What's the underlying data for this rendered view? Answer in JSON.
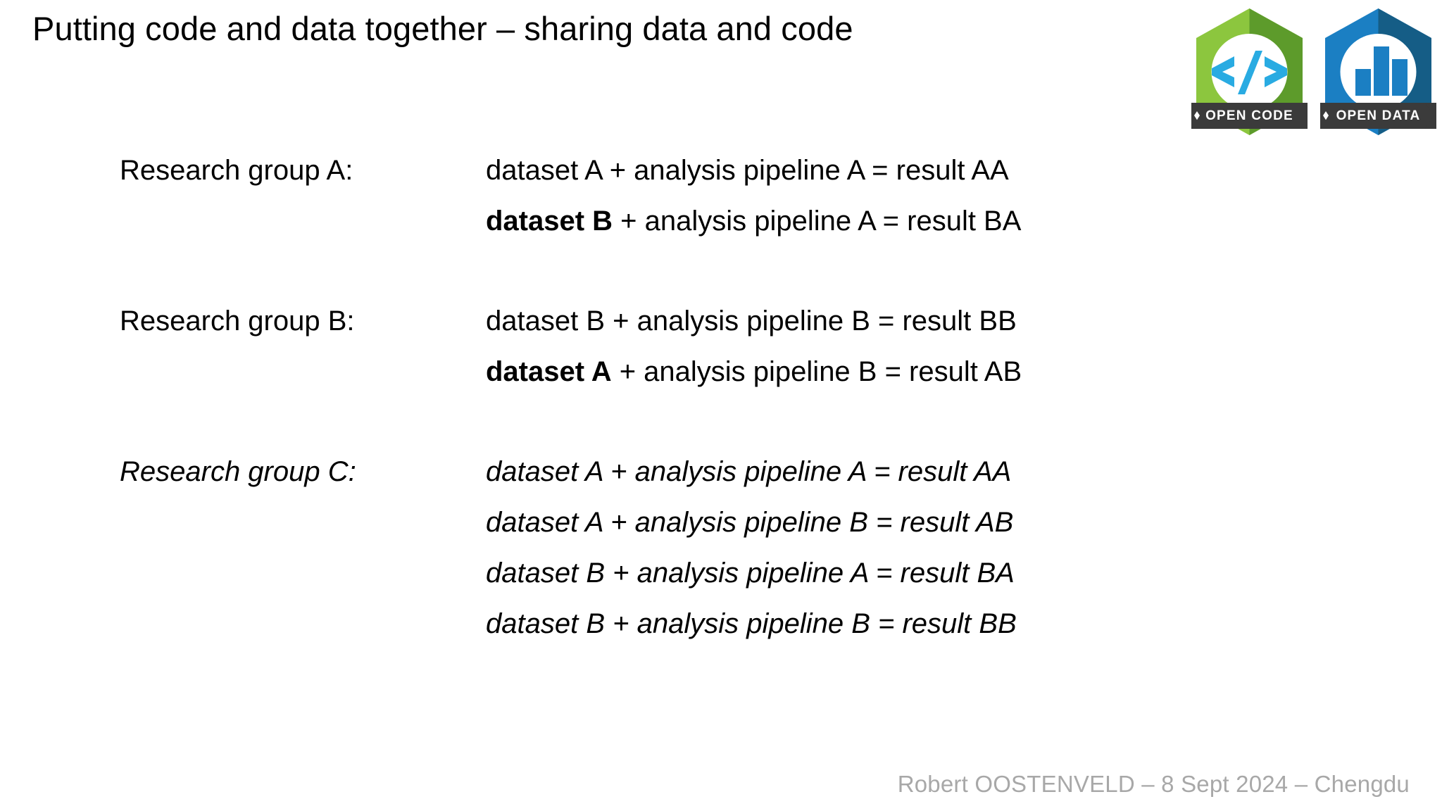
{
  "slide": {
    "title": "Putting code and data together – sharing data and code",
    "footer": "Robert OOSTENVELD – 8 Sept 2024 – Chengdu",
    "background_color": "#ffffff",
    "text_color": "#000000",
    "footer_color": "#a8a8a8"
  },
  "badges": [
    {
      "name": "open-code",
      "ribbon_label": "OPEN CODE",
      "glyph": "</>",
      "hex_light": "#8CC63E",
      "hex_dark": "#5D9B2B",
      "glyph_color": "#29ABE2",
      "ribbon_color": "#3B3B3B"
    },
    {
      "name": "open-data",
      "ribbon_label": "OPEN  DATA",
      "glyph": "bar-chart",
      "hex_light": "#1B7FC3",
      "hex_dark": "#155D86",
      "glyph_color": "#1B7FC3",
      "ribbon_color": "#3B3B3B",
      "bars": [
        {
          "height": 38,
          "width": 22
        },
        {
          "height": 78,
          "width": 22
        },
        {
          "height": 58,
          "width": 22
        }
      ]
    }
  ],
  "groups": [
    {
      "label": "Research group A:",
      "style": "normal",
      "lines": [
        {
          "bold_prefix": "",
          "text": "dataset A + analysis pipeline A = result AA"
        },
        {
          "bold_prefix": "dataset B",
          "text": " + analysis pipeline A = result BA"
        }
      ]
    },
    {
      "label": "Research group B:",
      "style": "normal",
      "lines": [
        {
          "bold_prefix": "",
          "text": "dataset B + analysis pipeline B = result BB"
        },
        {
          "bold_prefix": "dataset A",
          "text": " + analysis pipeline B = result AB"
        }
      ]
    },
    {
      "label": "Research group C:",
      "style": "italic",
      "lines": [
        {
          "bold_prefix": "",
          "text": "dataset A + analysis pipeline A = result AA"
        },
        {
          "bold_prefix": "",
          "text": "dataset A + analysis pipeline B = result AB"
        },
        {
          "bold_prefix": "",
          "text": "dataset B + analysis pipeline A = result BA"
        },
        {
          "bold_prefix": "",
          "text": "dataset B + analysis pipeline B = result BB"
        }
      ]
    }
  ]
}
